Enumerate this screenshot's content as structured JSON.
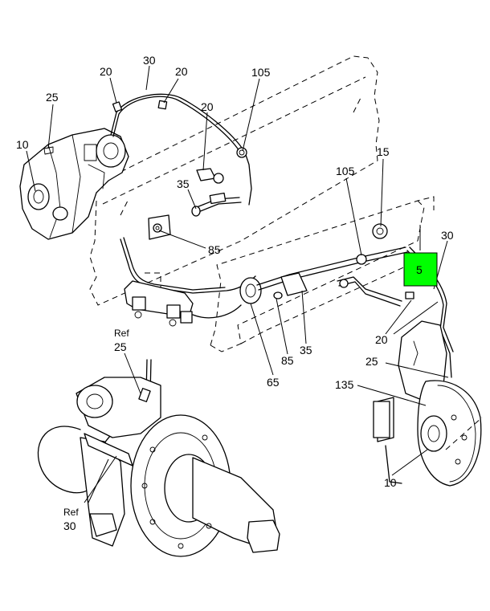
{
  "callouts": {
    "c20a": "20",
    "c30a": "30",
    "c20b": "20",
    "c25a": "25",
    "c10a": "10",
    "c105a": "105",
    "c20c": "20",
    "c35a": "35",
    "c85a": "85",
    "c15": "15",
    "c105b": "105",
    "c30b": "30",
    "c5": "5",
    "c20d": "20",
    "c25b": "25",
    "c135": "135",
    "c10b": "10",
    "c65": "65",
    "c85b": "85",
    "c35b": "35",
    "ref25_ref": "Ref",
    "ref25_num": "25",
    "ref30_ref": "Ref",
    "ref30_num": "30"
  },
  "highlight": {
    "color": "#00ff00",
    "callout": "5"
  }
}
